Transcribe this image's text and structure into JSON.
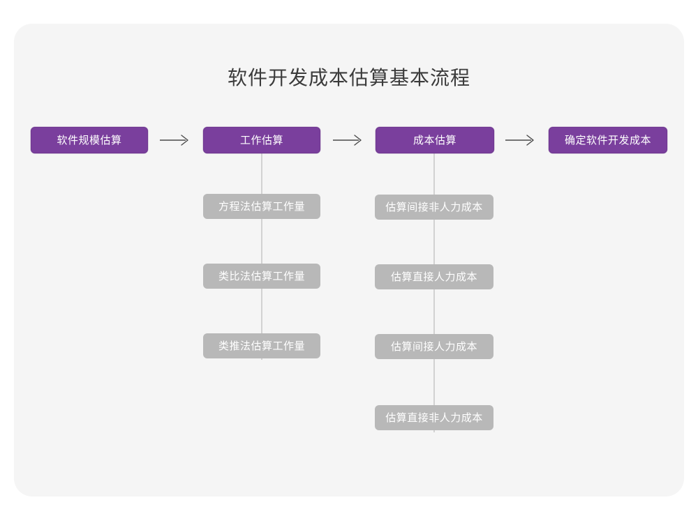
{
  "title": "软件开发成本估算基本流程",
  "colors": {
    "background": "#ffffff",
    "card": "#f5f5f5",
    "primary": "#7a3f9d",
    "primary_border": "#6f3890",
    "secondary": "#b8b8b8",
    "connector": "#d2d2d2",
    "arrow": "#4a4a4a",
    "title_text": "#3b3b3b",
    "node_text": "#ffffff"
  },
  "flow": {
    "main_steps": [
      {
        "id": "scale",
        "label": "软件规模估算"
      },
      {
        "id": "effort",
        "label": "工作估算"
      },
      {
        "id": "cost",
        "label": "成本估算"
      },
      {
        "id": "final",
        "label": "确定软件开发成本"
      }
    ],
    "arrows": [
      {
        "id": "arrow-1",
        "name": "arrow-right-icon",
        "from": "scale",
        "to": "effort"
      },
      {
        "id": "arrow-2",
        "name": "arrow-right-icon",
        "from": "effort",
        "to": "cost"
      },
      {
        "id": "arrow-3",
        "name": "arrow-right-icon",
        "from": "cost",
        "to": "final"
      }
    ],
    "branches": [
      {
        "parent": "effort",
        "items": [
          {
            "label": "方程法估算工作量"
          },
          {
            "label": "类比法估算工作量"
          },
          {
            "label": "类推法估算工作量"
          }
        ]
      },
      {
        "parent": "cost",
        "items": [
          {
            "label": "估算间接非人力成本"
          },
          {
            "label": "估算直接人力成本"
          },
          {
            "label": "估算间接人力成本"
          },
          {
            "label": "估算直接非人力成本"
          }
        ]
      }
    ]
  }
}
